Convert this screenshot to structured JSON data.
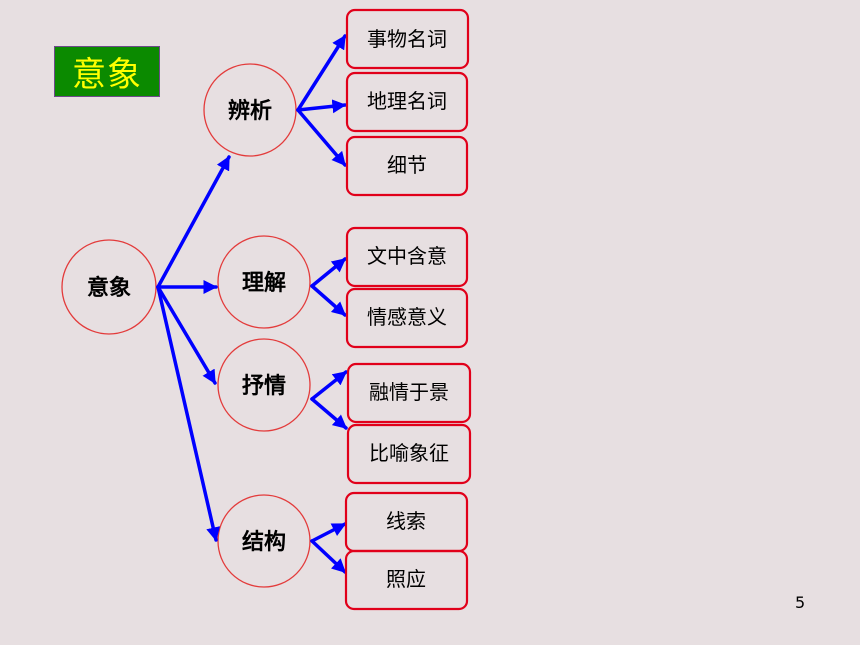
{
  "title": "意象",
  "root": {
    "label": "意象"
  },
  "branches": [
    {
      "label": "辨析",
      "children": [
        "事物名词",
        "地理名词",
        "细节"
      ]
    },
    {
      "label": "理解",
      "children": [
        "文中含意",
        "情感意义"
      ]
    },
    {
      "label": "抒情",
      "children": [
        "融情于景",
        "比喻象征"
      ]
    },
    {
      "label": "结构",
      "children": [
        "线索",
        "照应"
      ]
    }
  ],
  "page_number": "5",
  "colors": {
    "background": "#e7dfe1",
    "title_badge_bg": "#0b8a00",
    "title_text": "#ffff00",
    "edges": "#0000ff",
    "node_borders": "#e1001a"
  }
}
